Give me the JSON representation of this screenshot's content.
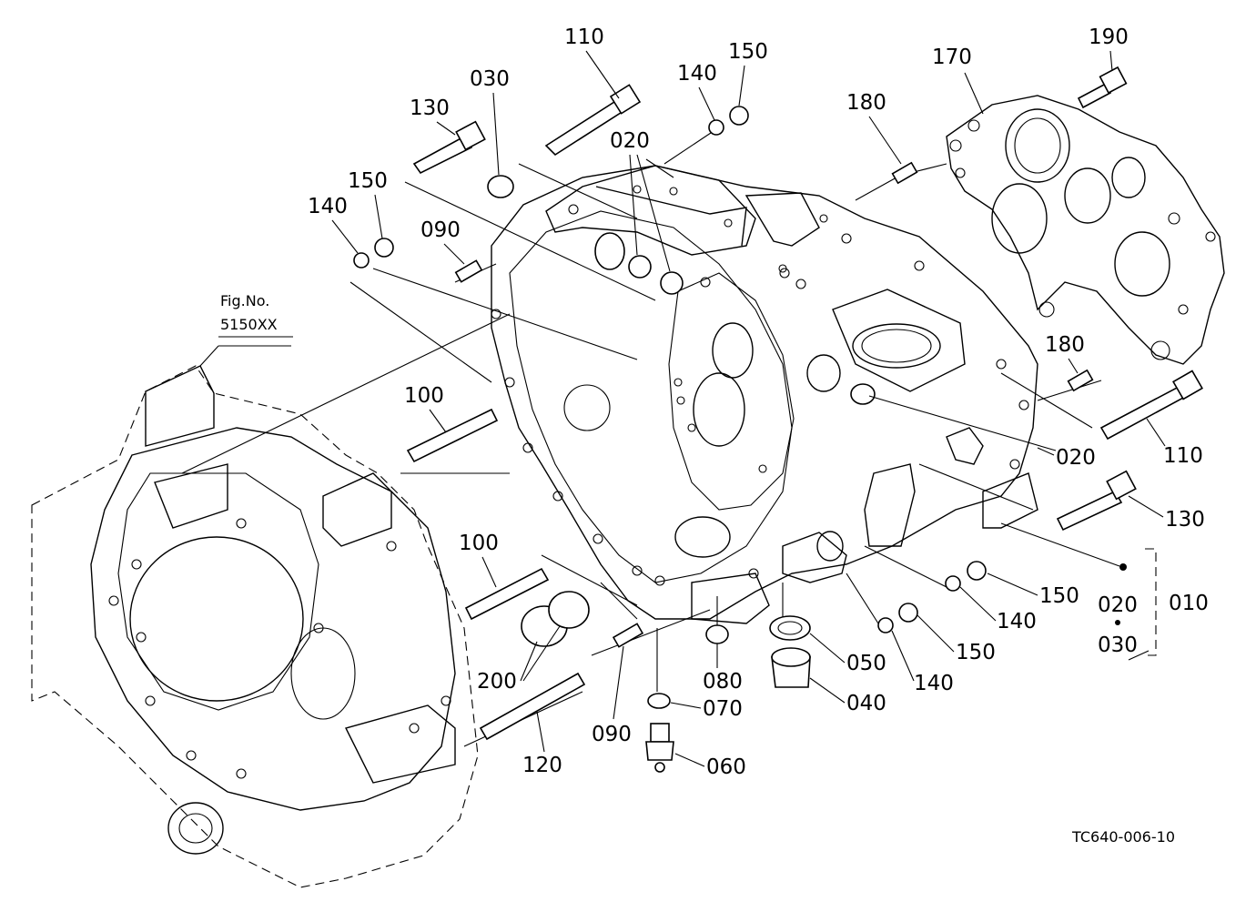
{
  "figure_ref": {
    "line1": "Fig.No.",
    "line2": "5150XX"
  },
  "drawing_code": "TC640-006-10",
  "callouts": {
    "c110_top": "110",
    "c150_top": "150",
    "c140_top": "140",
    "c190": "190",
    "c170": "170",
    "c030_top": "030",
    "c130_top": "130",
    "c020_top": "020",
    "c180_top": "180",
    "c150_left": "150",
    "c140_left": "140",
    "c090_top": "090",
    "c180_mid": "180",
    "c100_top": "100",
    "c110_right": "110",
    "c020_right": "020",
    "c130_right": "130",
    "c100_bottom": "100",
    "c150_r1": "150",
    "c140_r1": "140",
    "c150_r2": "150",
    "c140_r2": "140",
    "c010": "010",
    "c020_group": "020",
    "c030_group": "030",
    "c200": "200",
    "c080": "080",
    "c050": "050",
    "c040": "040",
    "c070": "070",
    "c090_bottom": "090",
    "c120": "120",
    "c060": "060"
  }
}
